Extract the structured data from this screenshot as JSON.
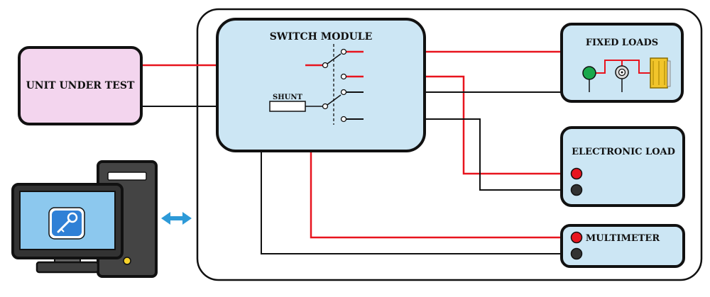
{
  "labels": {
    "unit_under_test": "UNIT UNDER TEST",
    "switch_module": "SWITCH MODULE",
    "shunt": "SHUNT",
    "fixed_loads": "FIXED LOADS",
    "electronic_load": "ELECTRONIC LOAD",
    "multimeter": "MULTIMETER"
  },
  "icons": {
    "computer": "desktop-computer-icon",
    "app": "key-app-icon",
    "link": "double-arrow-icon",
    "led": "green-led-icon",
    "connector": "bnc-connector-icon",
    "resistor": "power-resistor-icon"
  },
  "colors": {
    "wire_red": "#e8141e",
    "wire_black": "#111111",
    "box_blue": "#cce6f4",
    "uut_pink": "#f3d5ee",
    "arrow_blue": "#2d9ad8"
  }
}
